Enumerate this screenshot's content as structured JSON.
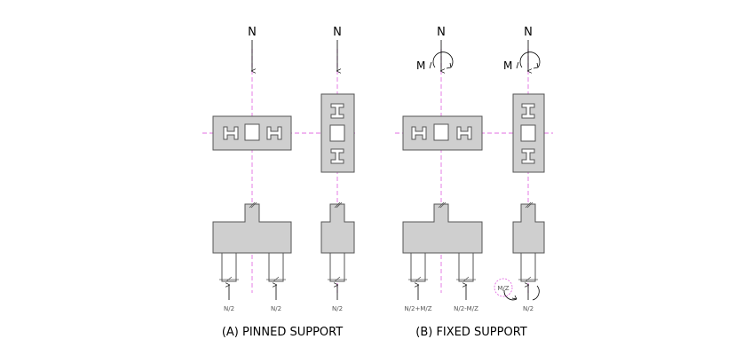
{
  "labels": {
    "n": "N",
    "m": "M",
    "half": "N/2",
    "plus": "N/2+M/Z",
    "minus": "N/2-M/Z",
    "mz": "M/Z",
    "caption_a": "(A) PINNED SUPPORT",
    "caption_b": "(B) FIXED SUPPORT"
  },
  "colors": {
    "axis": "#e36fe3",
    "concrete": "#cfcfcf",
    "outline": "#555555"
  }
}
